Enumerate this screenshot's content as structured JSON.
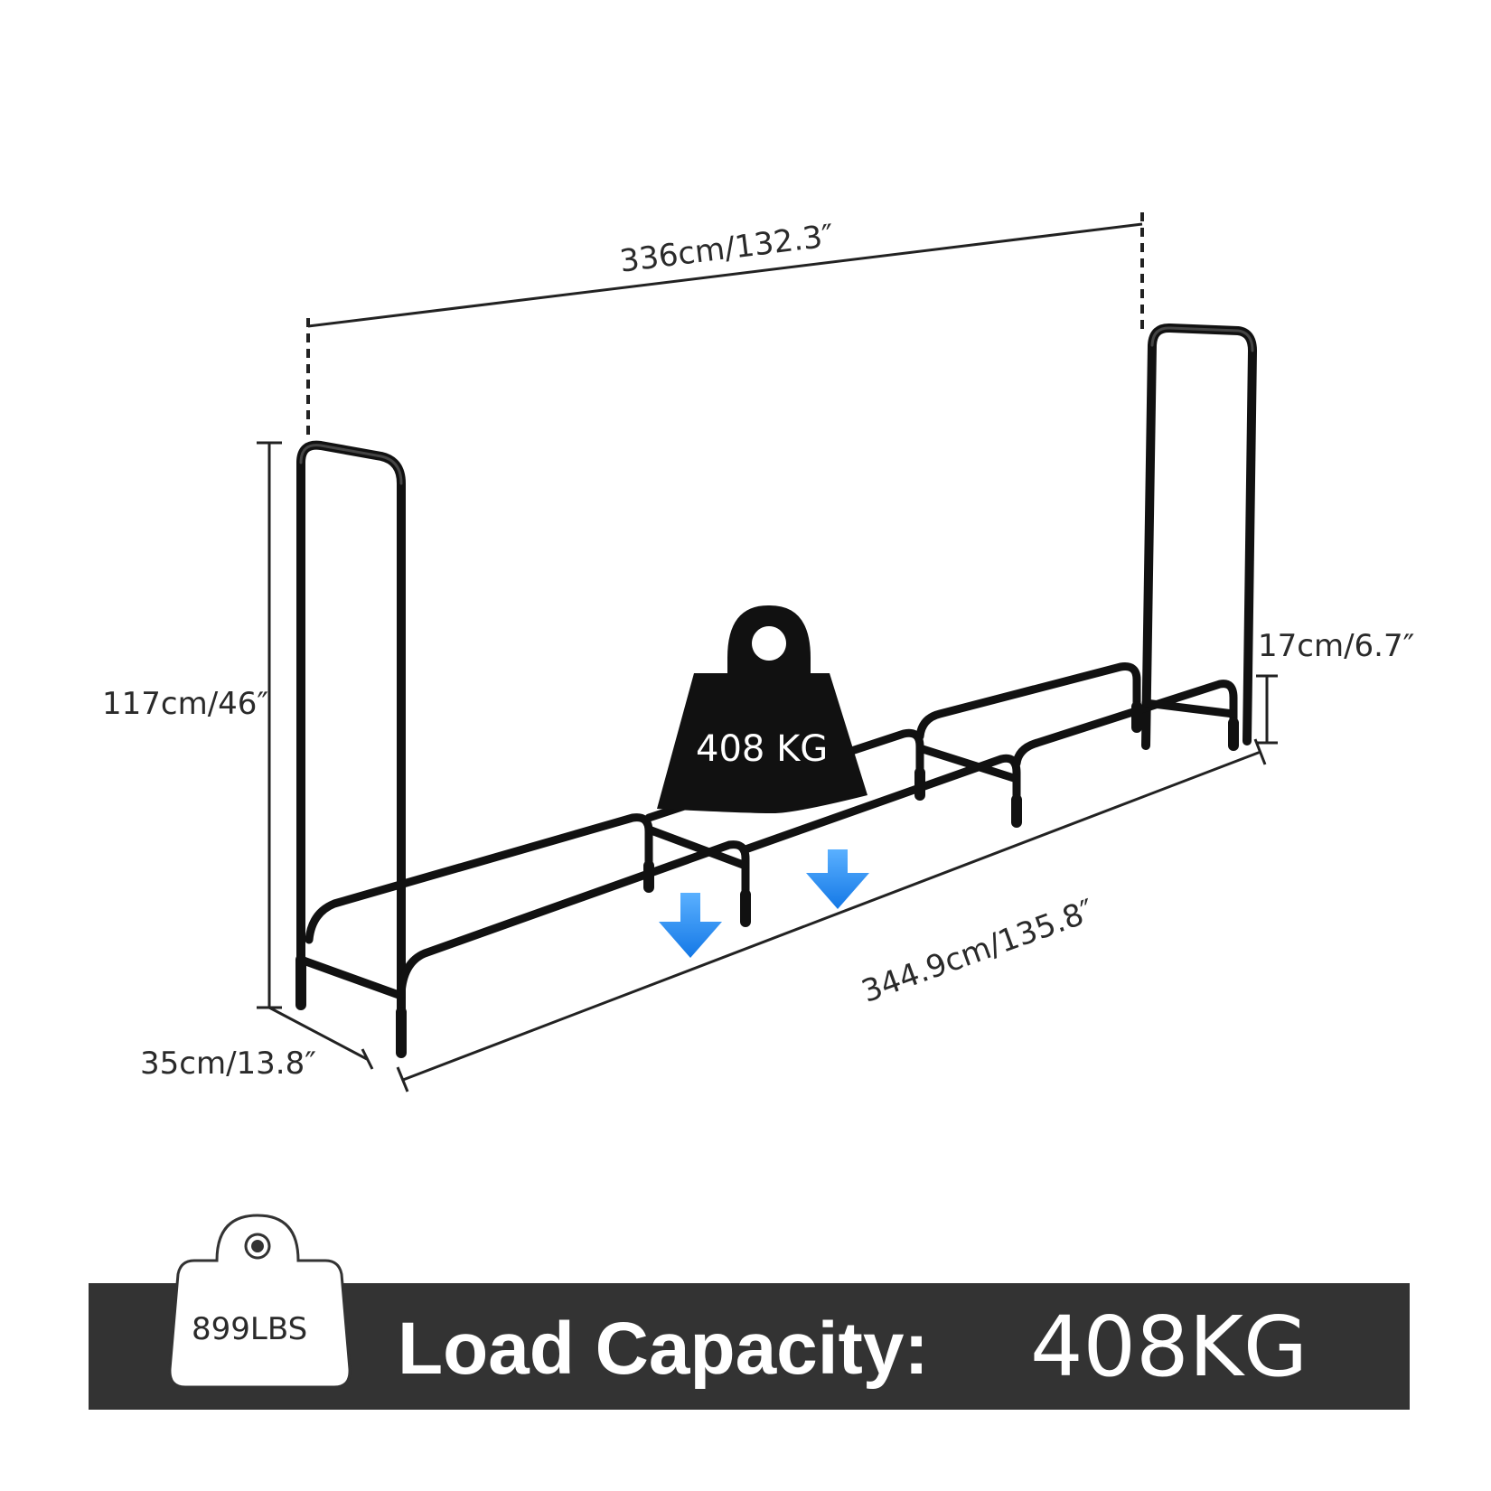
{
  "dimensions": {
    "length_top": "336cm/132.3″",
    "height": "117cm/46″",
    "base_height": "17cm/6.7″",
    "length_bottom": "344.9cm/135.8″",
    "depth": "35cm/13.8″"
  },
  "weight_icon": {
    "label": "408 KG"
  },
  "banner": {
    "badge_label": "899LBS",
    "title": "Load Capacity:",
    "value": "408KG"
  },
  "colors": {
    "frame": "#111111",
    "banner_background": "#333333",
    "arrow": "#1e8ef0"
  }
}
